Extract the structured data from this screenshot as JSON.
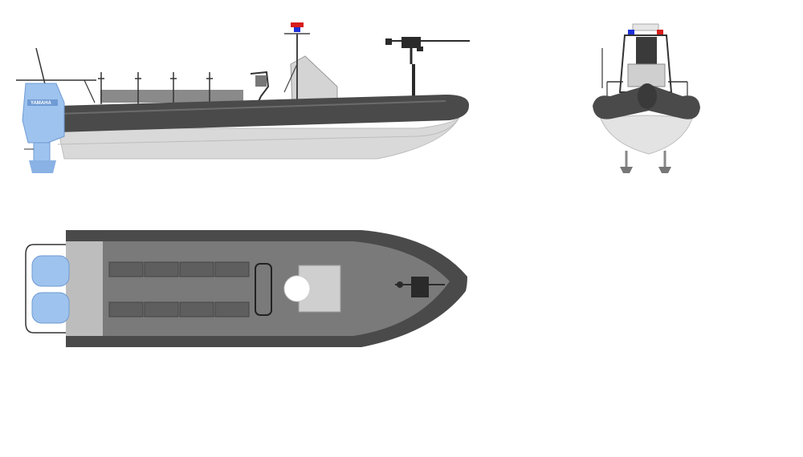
{
  "drawing": {
    "views": [
      "side",
      "front",
      "top"
    ],
    "engine_brand": "YAMAHA",
    "colors": {
      "tube": "#4a4a4a",
      "tube_highlight": "#6b6b6b",
      "hull": "#d9d9d9",
      "hull_shadow": "#bdbdbd",
      "deck": "#7a7a7a",
      "seat": "#5e5e5e",
      "engine": "#9ec3ee",
      "engine_dark": "#6f9bd4",
      "light_blue": "#1d2fd6",
      "light_red": "#d61d1d",
      "weapon": "#2a2a2a"
    }
  }
}
